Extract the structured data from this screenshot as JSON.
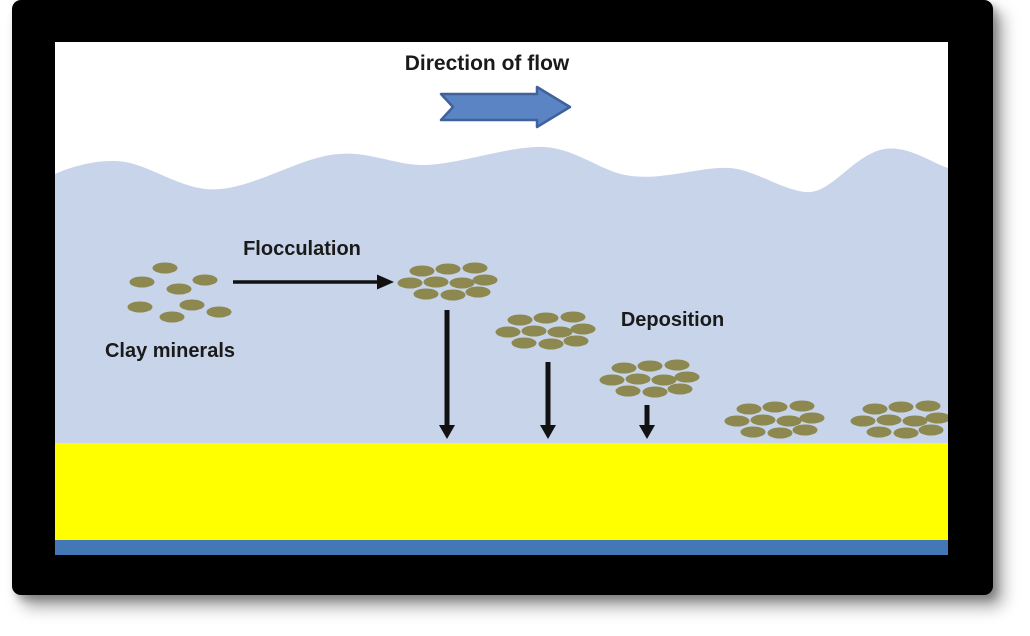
{
  "diagram": {
    "title": "Clay mineral flocculation and deposition diagram",
    "labels": {
      "direction_of_flow": "Direction of flow",
      "flocculation": "Flocculation",
      "clay_minerals": "Clay minerals",
      "deposition": "Deposition"
    },
    "icons": {
      "flow_arrow": "right-block-arrow",
      "flocculation_arrow": "right-arrow",
      "settling_arrow": "down-arrow",
      "clay_particle": "olive-ellipse"
    },
    "layers": {
      "air": "white",
      "water": "light blue with wavy surface",
      "sediment": "yellow deposit layer",
      "bed": "blue basal strip"
    }
  },
  "colors": {
    "frame": "#000000",
    "water": "#C7D4EA",
    "sediment": "#FFFF00",
    "bed": "#4377B5",
    "particle": "#8D8850",
    "flow_arrow_fill": "#5B84C5",
    "flow_arrow_stroke": "#41619C",
    "label_text": "#1A1A1A"
  }
}
